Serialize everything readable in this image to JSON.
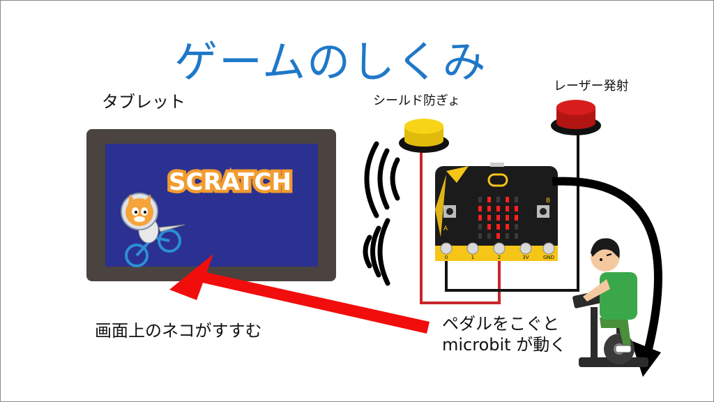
{
  "title": "ゲームのしくみ",
  "labels": {
    "tablet": "タブレット",
    "shield_button": "シールド防ぎょ",
    "laser_button": "レーザー発射",
    "cat_moves": "画面上のネコがすすむ",
    "pedal_line1": "ペダルをこぐと",
    "pedal_line2": "microbit が動く"
  },
  "scratch_logo": "SCRATCH",
  "microbit": {
    "button_a": "A",
    "button_b": "B",
    "pins": [
      "0",
      "1",
      "2",
      "3V",
      "GND"
    ]
  },
  "colors": {
    "title": "#1f78c8",
    "tablet_screen": "#2b3190",
    "tablet_frame": "#4a4340",
    "shield_button": "#f7d417",
    "laser_button": "#d81d1d",
    "arrow_red": "#f20d0d",
    "wire_red": "#c8262b",
    "microbit_led": "#ff2020"
  },
  "icons": [
    "tablet-icon",
    "scratch-cat-icon",
    "microbit-icon",
    "yellow-button-icon",
    "red-button-icon",
    "wireless-signal-icon",
    "exercise-bike-icon",
    "person-icon"
  ]
}
